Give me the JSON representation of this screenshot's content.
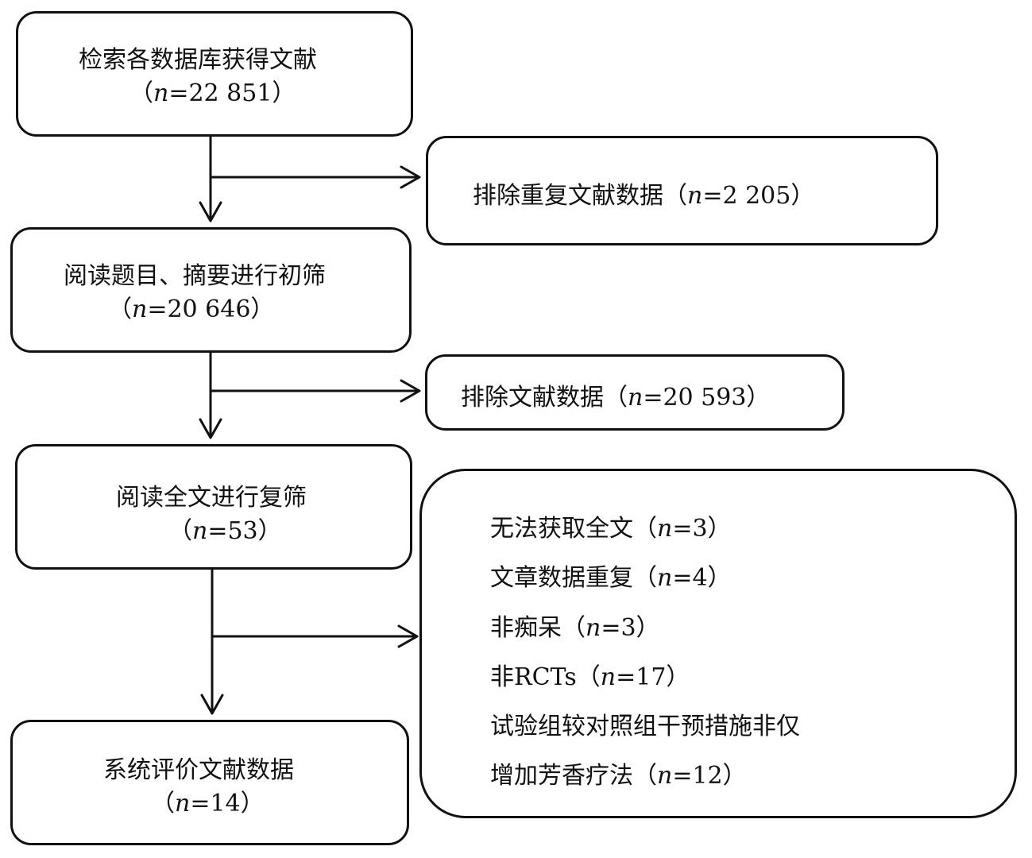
{
  "search": {
    "title": "检索各数据库获得文献",
    "count_prefix": "（",
    "n": "n",
    "count_value": "=22 851）"
  },
  "dedup": {
    "title": "排除重复文献数据（",
    "n": "n",
    "count_value": "=2 205）"
  },
  "screen1": {
    "title": "阅读题目、摘要进行初筛",
    "count_prefix": "（",
    "n": "n",
    "count_value": "=20 646）"
  },
  "excl1": {
    "title": "排除文献数据（",
    "n": "n",
    "count_value": "=20 593）"
  },
  "screen2": {
    "title": "阅读全文进行复筛",
    "count_prefix": "（",
    "n": "n",
    "count_value": "=53）"
  },
  "excl2": {
    "items": [
      {
        "text": "无法获取全文（",
        "n": "n",
        "value": "=3）"
      },
      {
        "text": "文章数据重复（",
        "n": "n",
        "value": "=4）"
      },
      {
        "text": "非痴呆（",
        "n": "n",
        "value": "=3）"
      },
      {
        "text": "非RCTs（",
        "n": "n",
        "value": "=17）"
      },
      {
        "text": "试验组较对照组干预措施非仅",
        "n": "",
        "value": ""
      },
      {
        "text": "增加芳香疗法（",
        "n": "n",
        "value": "=12）"
      }
    ]
  },
  "final": {
    "title": "系统评价文献数据",
    "count_prefix": "（",
    "n": "n",
    "count_value": "=14）"
  }
}
